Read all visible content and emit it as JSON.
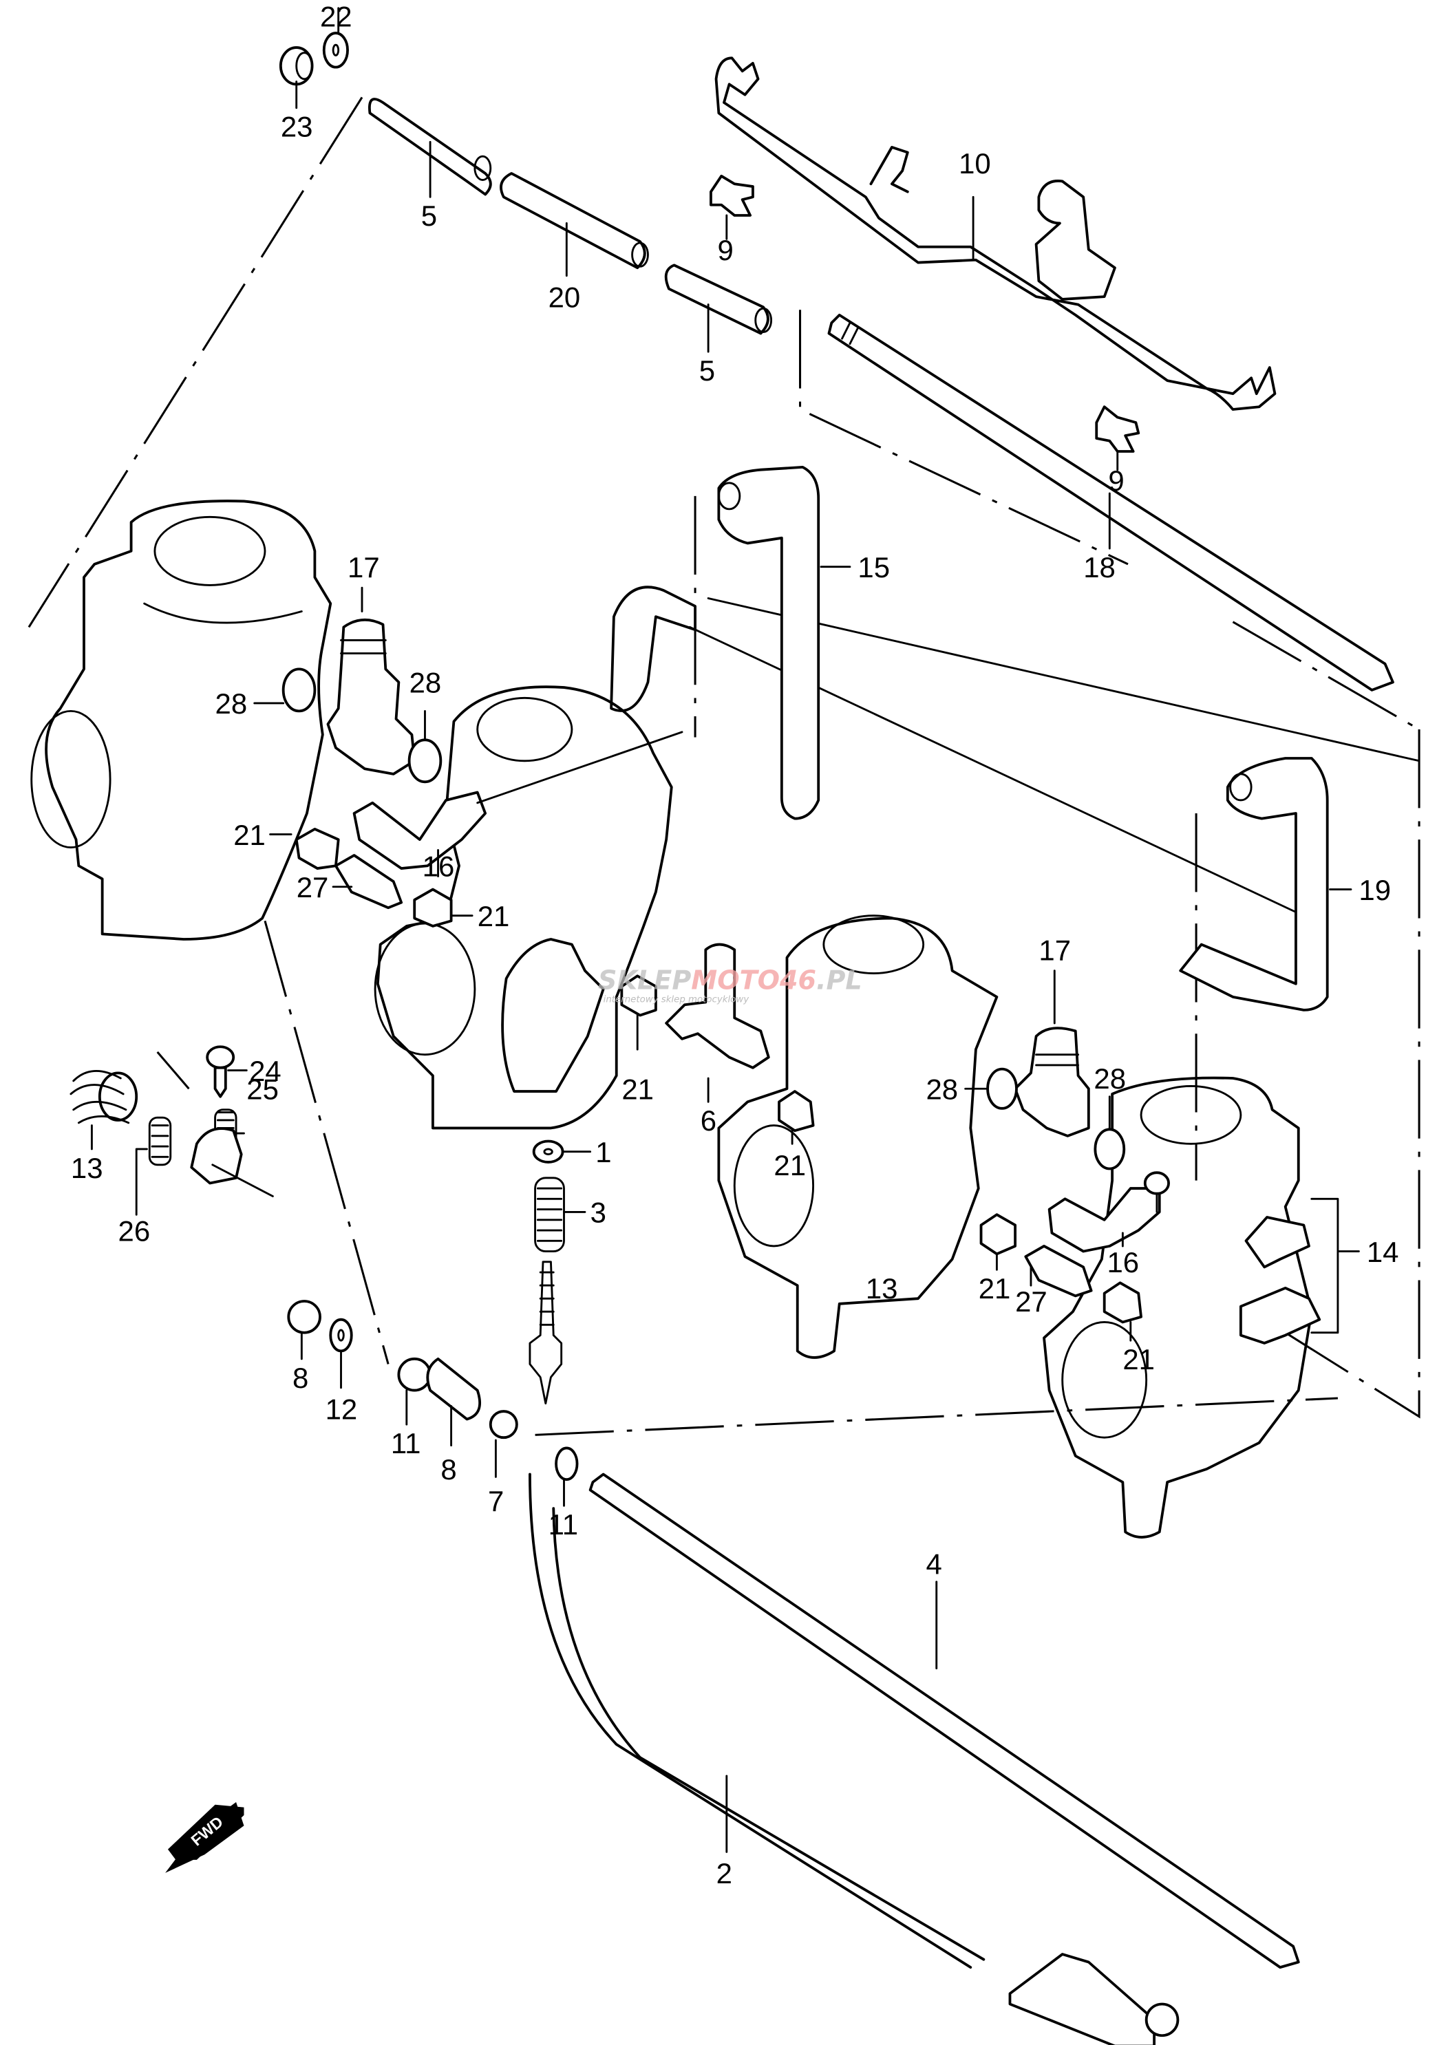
{
  "diagram": {
    "title": "Carburetor fittings exploded parts diagram",
    "direction_indicator": "FWD",
    "watermark": {
      "brand_gray_1": "SKLEP",
      "brand_red": "MOTO46",
      "brand_gray_2": ".PL",
      "tagline": "internetowy sklep motocyklowy",
      "color_gray": "#bdbdbd",
      "color_red": "#f4a3a3"
    },
    "callouts": {
      "p1": "1",
      "p2": "2",
      "p3": "3",
      "p4": "4",
      "p5a": "5",
      "p5b": "5",
      "p6": "6",
      "p7": "7",
      "p8a": "8",
      "p8b": "8",
      "p9a": "9",
      "p9b": "9",
      "p10": "10",
      "p11a": "11",
      "p11b": "11",
      "p12": "12",
      "p13a": "13",
      "p13b": "13",
      "p14": "14",
      "p15": "15",
      "p16a": "16",
      "p16b": "16",
      "p17a": "17",
      "p17b": "17",
      "p18": "18",
      "p19": "19",
      "p20": "20",
      "p21a": "21",
      "p21b": "21",
      "p21c": "21",
      "p21d": "21",
      "p21e": "21",
      "p21f": "21",
      "p22": "22",
      "p23": "23",
      "p24": "24",
      "p25": "25",
      "p26": "26",
      "p27a": "27",
      "p27b": "27",
      "p28a": "28",
      "p28b": "28",
      "p28c": "28",
      "p28d": "28"
    }
  }
}
